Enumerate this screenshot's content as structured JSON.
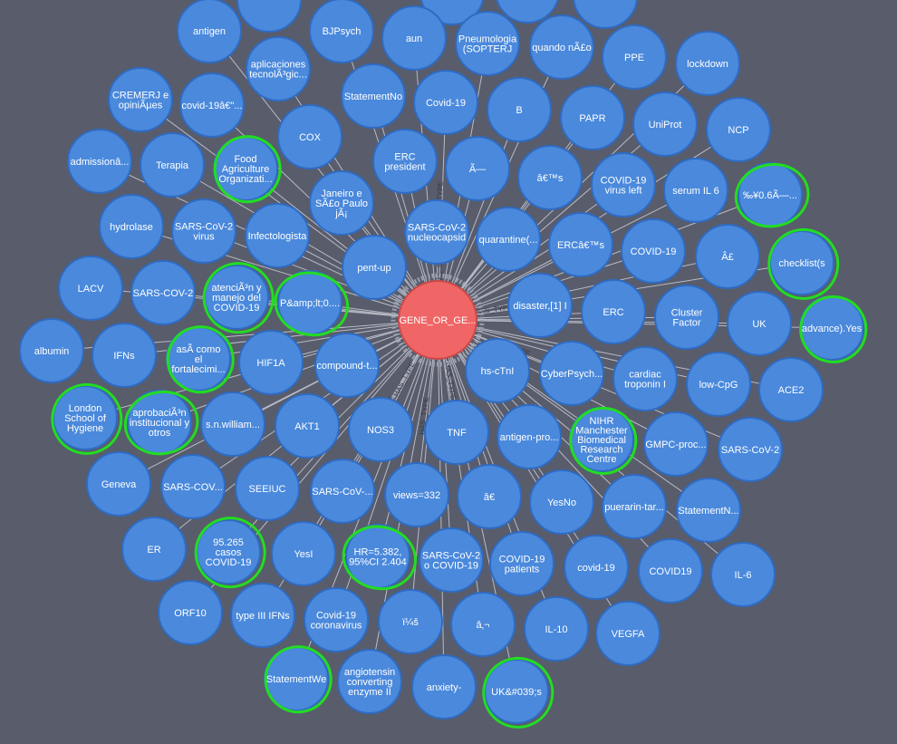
{
  "colors": {
    "background": "#585c6b",
    "node_fill": "#4a89dc",
    "node_stroke": "#2f6bc2",
    "center_fill": "#f06565",
    "center_stroke": "#c84a4a",
    "edge": "#b9bcc6",
    "annotation": "#22dd22"
  },
  "center": {
    "label": "GENE_OR_GE..."
  },
  "relationship_label": "HAS_TYPE",
  "nodes": [
    {
      "label": "antigen"
    },
    {
      "label": "BJPsych"
    },
    {
      "label": "aun"
    },
    {
      "label": "Pneumologia (SOPTERJ"
    },
    {
      "label": "quando nÃ£o"
    },
    {
      "label": "PPE"
    },
    {
      "label": "lockdown"
    },
    {
      "label": "aplicaciones tecnolÃ³gic..."
    },
    {
      "label": "CREMERJ e opiniÃµes"
    },
    {
      "label": "covid-19â€\"..."
    },
    {
      "label": "StatementNo"
    },
    {
      "label": "Covid-19"
    },
    {
      "label": "B"
    },
    {
      "label": "PAPR"
    },
    {
      "label": "UniProt"
    },
    {
      "label": "NCP"
    },
    {
      "label": "COX"
    },
    {
      "label": "admissionâ..."
    },
    {
      "label": "Terapia"
    },
    {
      "label": "Food Agriculture Organizati..."
    },
    {
      "label": "ERC president"
    },
    {
      "label": "Ã—"
    },
    {
      "label": "â€™s"
    },
    {
      "label": "COVID-19 virus left"
    },
    {
      "label": "serum IL 6"
    },
    {
      "label": "‰¥0.6Ã—..."
    },
    {
      "label": "Janeiro e SÃ£o Paulo jÃ¡"
    },
    {
      "label": "hydrolase"
    },
    {
      "label": "SARS-CoV-2 virus"
    },
    {
      "label": "Infectologista"
    },
    {
      "label": "SARS-CoV-2 nucleocapsid"
    },
    {
      "label": "quarantine(..."
    },
    {
      "label": "ERCâ€™s"
    },
    {
      "label": "COVID-19"
    },
    {
      "label": "Â£"
    },
    {
      "label": "checklist(s"
    },
    {
      "label": "pent-up"
    },
    {
      "label": "LACV"
    },
    {
      "label": "SARS-COV-2"
    },
    {
      "label": "atenciÃ³n y manejo del COVID-19"
    },
    {
      "label": "P&amp;lt;0...."
    },
    {
      "label": "disaster,[1] I"
    },
    {
      "label": "ERC"
    },
    {
      "label": "Cluster Factor"
    },
    {
      "label": "UK"
    },
    {
      "label": "advance).Yes"
    },
    {
      "label": "albumin"
    },
    {
      "label": "IFNs"
    },
    {
      "label": "asÃ como el fortalecimi..."
    },
    {
      "label": "HIF1A"
    },
    {
      "label": "compound-t..."
    },
    {
      "label": "hs-cTnI"
    },
    {
      "label": "CyberPsych..."
    },
    {
      "label": "cardiac troponin I"
    },
    {
      "label": "low-CpG"
    },
    {
      "label": "ACE2"
    },
    {
      "label": "London School of Hygiene"
    },
    {
      "label": "aprobaciÃ³n institucional y otros"
    },
    {
      "label": "s.n.william..."
    },
    {
      "label": "AKT1"
    },
    {
      "label": "NOS3"
    },
    {
      "label": "TNF"
    },
    {
      "label": "antigen-pro..."
    },
    {
      "label": "NIHR Manchester Biomedical Research Centre"
    },
    {
      "label": "GMPC-proc..."
    },
    {
      "label": "SARS-CoV-2"
    },
    {
      "label": "Geneva"
    },
    {
      "label": "SARS-COV..."
    },
    {
      "label": "SEEIUC"
    },
    {
      "label": "SARS-CoV-..."
    },
    {
      "label": "views=332"
    },
    {
      "label": "â€\u001d"
    },
    {
      "label": "YesNo"
    },
    {
      "label": "puerarin-tar..."
    },
    {
      "label": "StatementN..."
    },
    {
      "label": "ER"
    },
    {
      "label": "95.265 casos COVID-19"
    },
    {
      "label": "YesI"
    },
    {
      "label": "HR=5.382, 95%CI 2.404"
    },
    {
      "label": "SARS-CoV-2 o COVID-19"
    },
    {
      "label": "COVID-19 patients"
    },
    {
      "label": "covid-19"
    },
    {
      "label": "COVID19"
    },
    {
      "label": "IL-6"
    },
    {
      "label": "ORF10"
    },
    {
      "label": "type III IFNs"
    },
    {
      "label": "Covid-19 coronavirus"
    },
    {
      "label": "ï¼š"
    },
    {
      "label": "â‚¬"
    },
    {
      "label": "IL-10"
    },
    {
      "label": "VEGFA"
    },
    {
      "label": "StatementWe"
    },
    {
      "label": "angiotensin converting enzyme II"
    },
    {
      "label": "anxiety-"
    },
    {
      "label": "UK&#039;s"
    }
  ],
  "top_partial_nodes": [
    {
      "label": ""
    },
    {
      "label": ""
    },
    {
      "label": ""
    },
    {
      "label": ""
    }
  ]
}
